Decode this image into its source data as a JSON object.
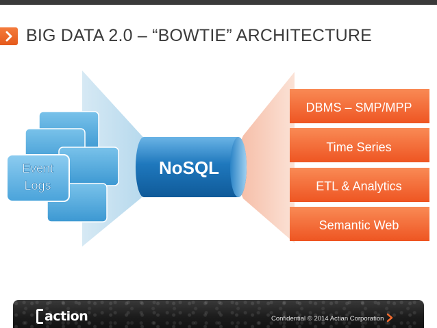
{
  "slide": {
    "title": "BIG DATA 2.0 – “BOWTIE” ARCHITECTURE"
  },
  "diagram": {
    "source_label_line1": "Event",
    "source_label_line2": "Logs",
    "hub_label": "NoSQL",
    "outputs": [
      {
        "label": "DBMS – SMP/MPP"
      },
      {
        "label": "Time Series"
      },
      {
        "label": "ETL & Analytics"
      },
      {
        "label": "Semantic Web"
      }
    ]
  },
  "footer": {
    "logo_text": "action",
    "confidential": "Confidential © 2014 Actian Corporation"
  },
  "colors": {
    "accent_orange": "#f26a2e",
    "source_blue": "#4fa9dc",
    "hub_blue": "#1a6fb3",
    "output_orange": "#f3602a"
  },
  "icons": {
    "title_chevron": "chevron-right-icon",
    "footer_chevron": "chevron-right-icon"
  }
}
